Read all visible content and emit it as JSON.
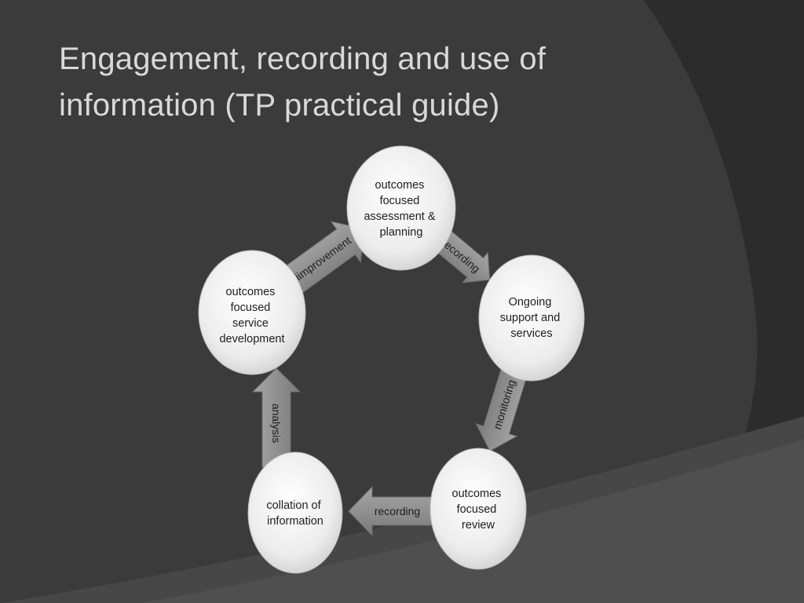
{
  "slide": {
    "title_line1": "Engagement, recording and use of",
    "title_line2": "information (TP practical guide)"
  },
  "theme": {
    "background": "#3b3b3b",
    "swoosh_dark": "#2e2e2e",
    "swoosh_light": "#4a4a4a",
    "node_fill": "#f2f2f2",
    "arrow_fill": "#8c8c8c",
    "title_color": "#d9d9d9"
  },
  "cycle": {
    "nodes": [
      {
        "id": "assessment",
        "lines": [
          "outcomes",
          "focused",
          "assessment &",
          "planning"
        ]
      },
      {
        "id": "support",
        "lines": [
          "Ongoing",
          "support and",
          "services"
        ]
      },
      {
        "id": "review",
        "lines": [
          "outcomes",
          "focused",
          "review"
        ]
      },
      {
        "id": "collation",
        "lines": [
          "collation of",
          "information"
        ]
      },
      {
        "id": "development",
        "lines": [
          "outcomes",
          "focused",
          "service",
          "development"
        ]
      }
    ],
    "arrows": [
      {
        "id": "recording-1",
        "label": "recording"
      },
      {
        "id": "monitoring",
        "label": "monitoring"
      },
      {
        "id": "recording-2",
        "label": "recording"
      },
      {
        "id": "analysis",
        "label": "analysis"
      },
      {
        "id": "improvement",
        "label": "iimprovement"
      }
    ]
  }
}
